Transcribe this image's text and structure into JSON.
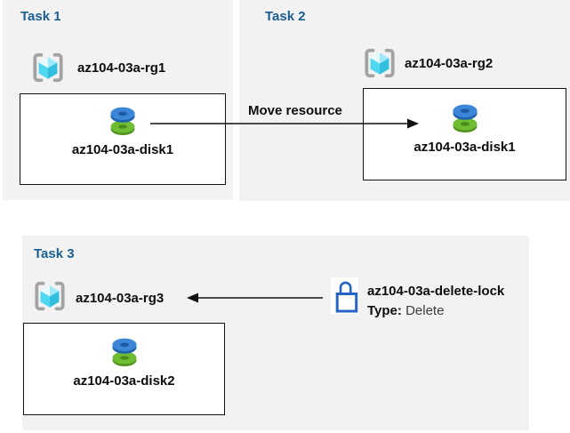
{
  "tasks": {
    "task1": {
      "title": "Task 1",
      "resource_group": "az104-03a-rg1",
      "disk": "az104-03a-disk1"
    },
    "task2": {
      "title": "Task 2",
      "resource_group": "az104-03a-rg2",
      "disk": "az104-03a-disk1"
    },
    "task3": {
      "title": "Task 3",
      "resource_group": "az104-03a-rg3",
      "disk": "az104-03a-disk2",
      "lock": {
        "name": "az104-03a-delete-lock",
        "type_label": "Type:",
        "type_value": "Delete"
      }
    }
  },
  "arrows": {
    "move_label": "Move resource"
  },
  "icons": {
    "resource_group": "azure-resource-group-icon (cyan cube in gray brackets)",
    "disk": "azure-managed-disk-icon (blue disk over green disk)",
    "lock": "blue outline padlock"
  },
  "colors": {
    "panel_bg": "#F2F2F2",
    "task_title_blue": "#1A5F91",
    "box_border": "#111111",
    "arrow_black": "#111111",
    "bracket_gray": "#A3A3A3",
    "cube_cyan_light": "#9FE9FA",
    "cube_cyan_mid": "#50D7F0",
    "cube_cyan_dark": "#32BEDD",
    "disk_blue": "#3B86D6",
    "disk_blue_dark": "#1E62B0",
    "disk_green": "#6EBD33",
    "disk_green_dark": "#539320",
    "lock_blue": "#2563C4"
  }
}
